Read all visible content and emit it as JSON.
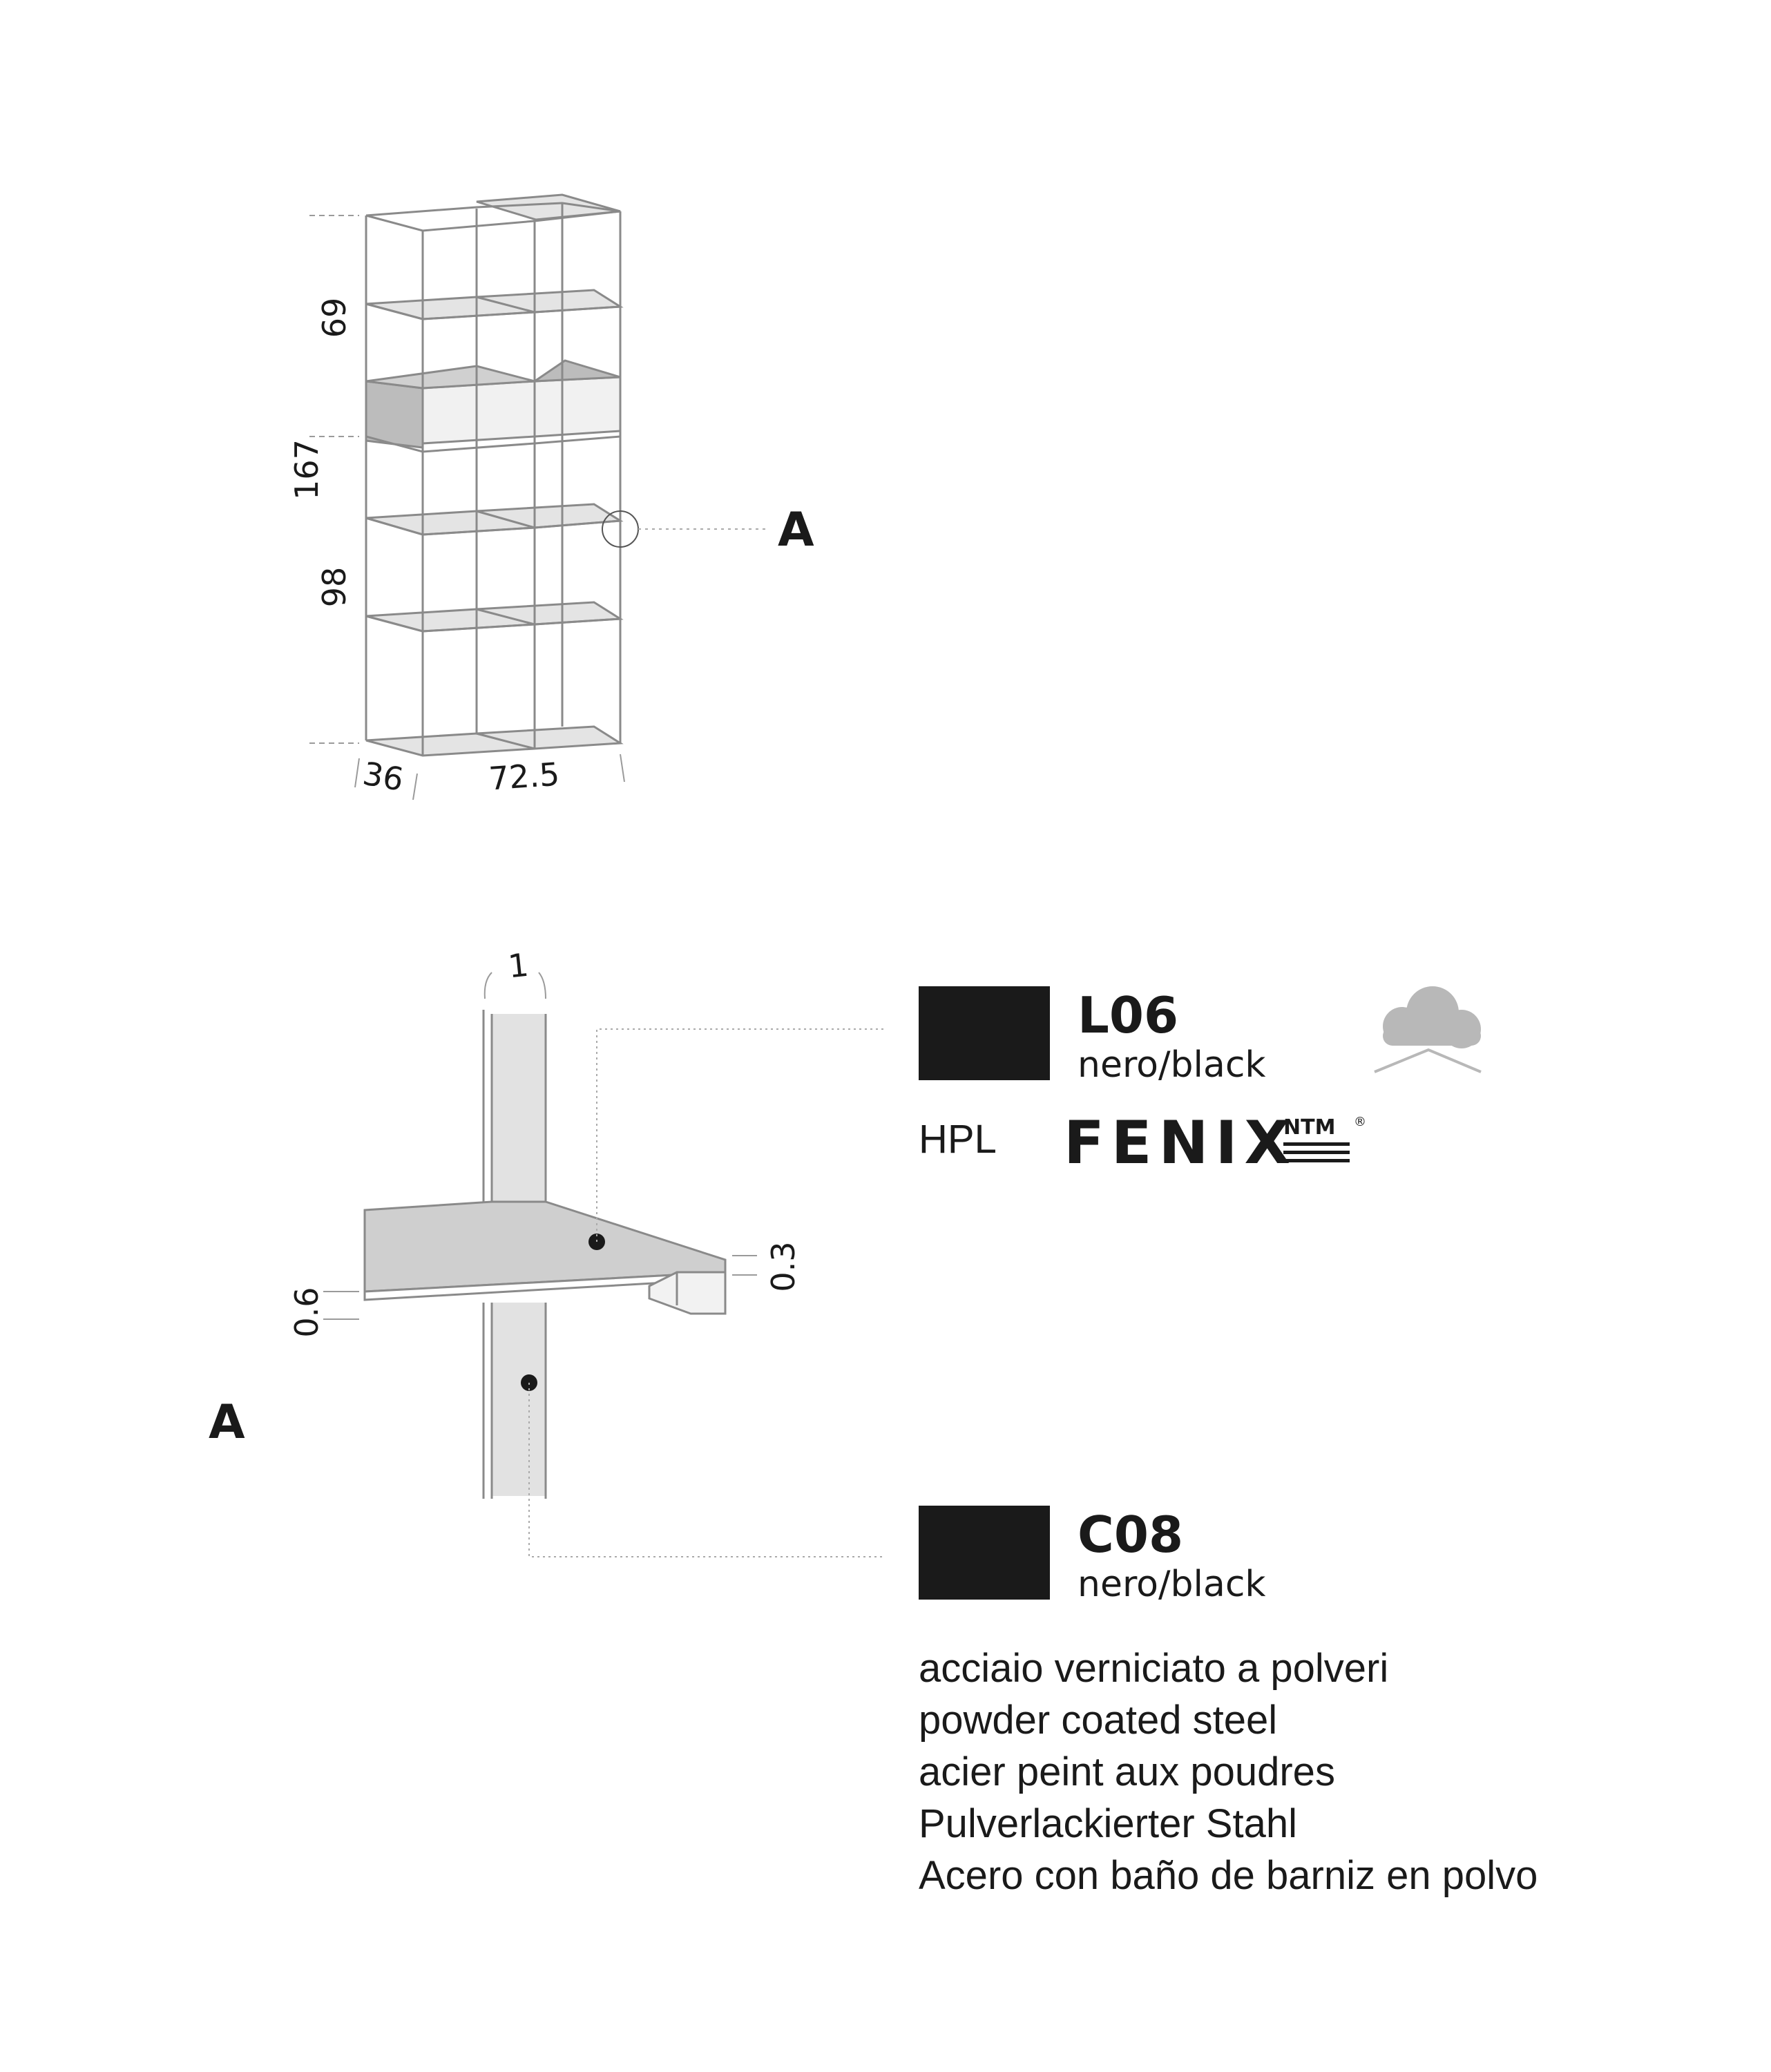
{
  "dimensions": {
    "upper_height": "69",
    "total_height": "167",
    "lower_height": "98",
    "depth": "36",
    "width": "72.5",
    "upright_thickness": "1",
    "shelf_thickness": "0.6",
    "bracket_thickness": "0.3"
  },
  "callouts": {
    "detail_marker": "A",
    "detail_title": "A"
  },
  "materials": [
    {
      "code": "L06",
      "color_name": "nero/black",
      "swatch_color": "#1a1a1a",
      "material_type": "HPL",
      "brand": "FENIX",
      "brand_mark": "NTM",
      "registered": "®",
      "icon": "cloud-icon"
    },
    {
      "code": "C08",
      "color_name": "nero/black",
      "swatch_color": "#1a1a1a",
      "descriptions": [
        "acciaio verniciato a polveri",
        "powder coated steel",
        "acier peint aux poudres",
        "Pulverlackierter Stahl",
        "Acero con baño de barniz en polvo"
      ]
    }
  ]
}
